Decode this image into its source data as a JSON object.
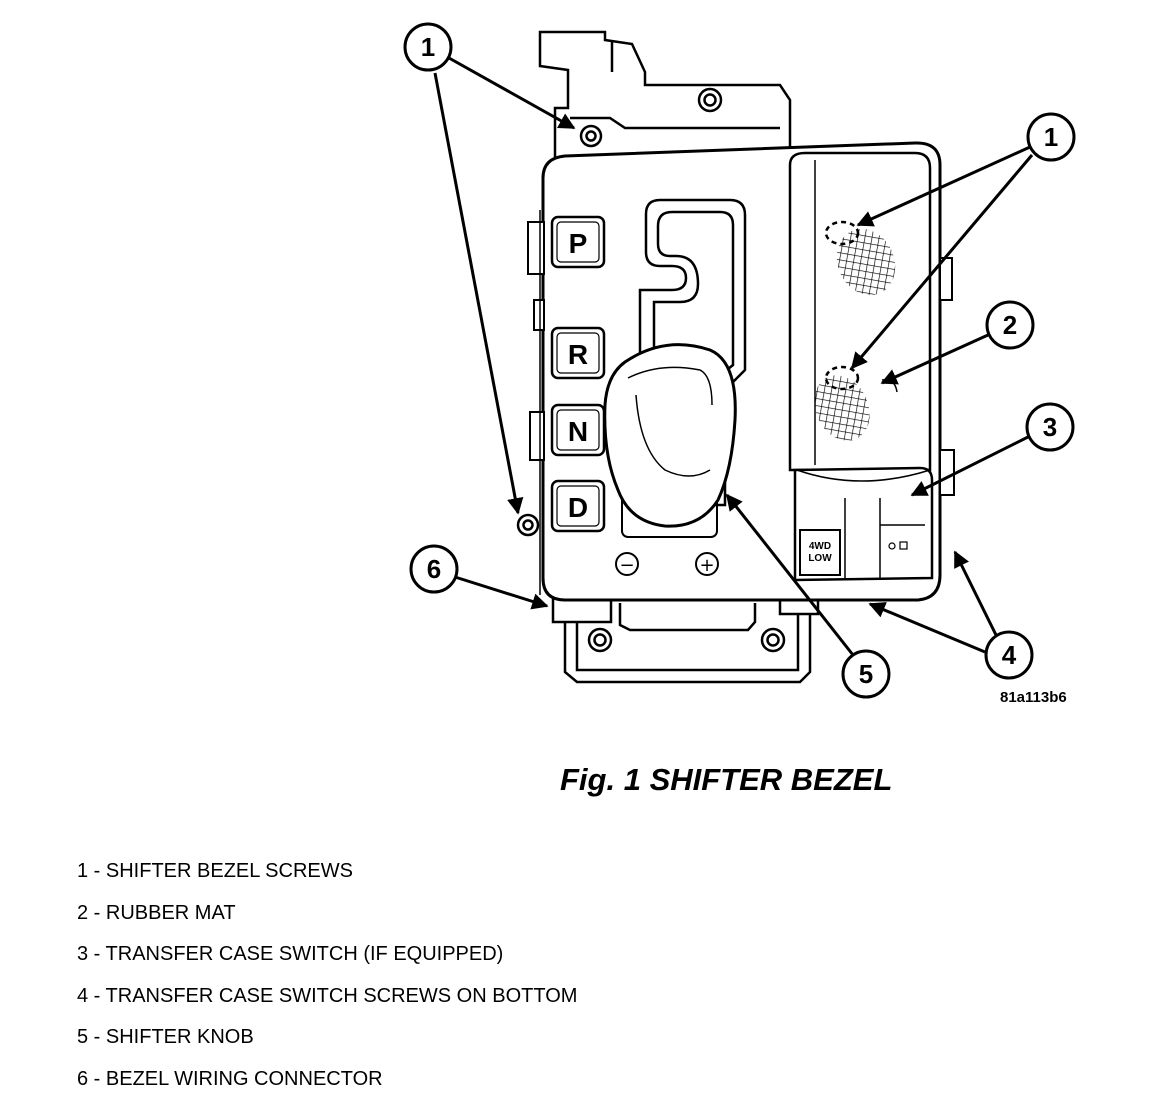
{
  "figure": {
    "id": "81a113b6",
    "caption": "Fig. 1 SHIFTER BEZEL"
  },
  "gear_positions": [
    "P",
    "R",
    "N",
    "D"
  ],
  "minus_symbol": "−",
  "plus_symbol": "+",
  "switch_label_line1": "4WD",
  "switch_label_line2": "LOW",
  "callouts": [
    "1",
    "1",
    "2",
    "3",
    "4",
    "5",
    "6"
  ],
  "legend": [
    "1 - SHIFTER BEZEL SCREWS",
    "2 - RUBBER MAT",
    "3 - TRANSFER CASE SWITCH (IF EQUIPPED)",
    "4 - TRANSFER CASE SWITCH SCREWS ON BOTTOM",
    "5 - SHIFTER KNOB",
    "6 - BEZEL WIRING CONNECTOR"
  ]
}
